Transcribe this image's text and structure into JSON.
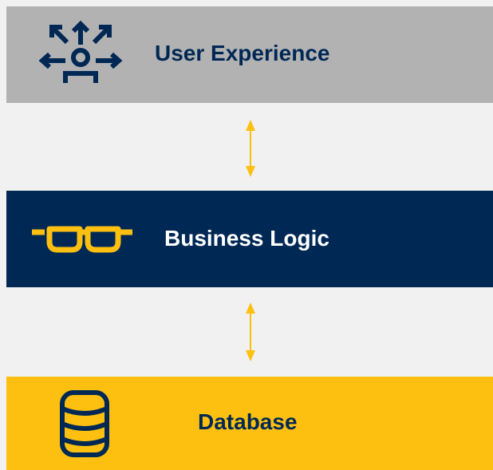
{
  "layers": {
    "ux": {
      "label": "User Experience",
      "icon": "user-arrows-icon"
    },
    "logic": {
      "label": "Business Logic",
      "icon": "glasses-icon"
    },
    "database": {
      "label": "Database",
      "icon": "database-icon"
    }
  },
  "colors": {
    "navy": "#002855",
    "gold": "#fdc010",
    "gray": "#b2b2b2",
    "background": "#f1f1f1",
    "white": "#ffffff"
  }
}
